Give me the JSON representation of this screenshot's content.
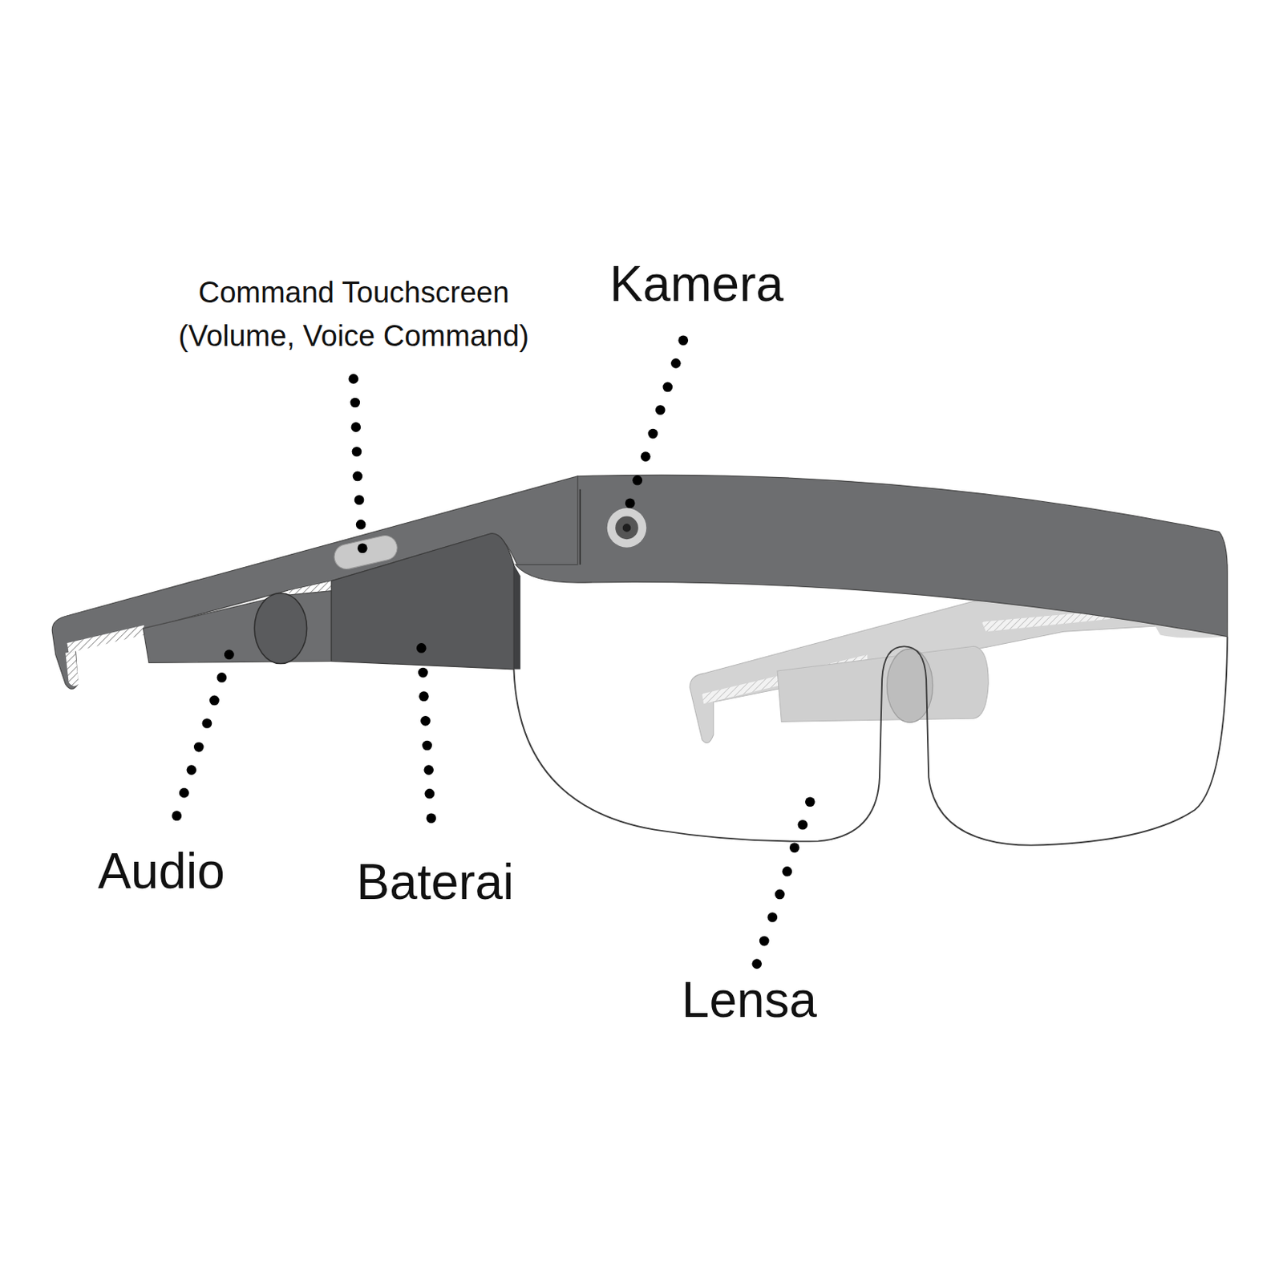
{
  "diagram": {
    "labels": [
      "Command Touchscreen (Volume, Voice Command)",
      "Kamera",
      "Audio",
      "Baterai",
      "Lensa"
    ]
  }
}
